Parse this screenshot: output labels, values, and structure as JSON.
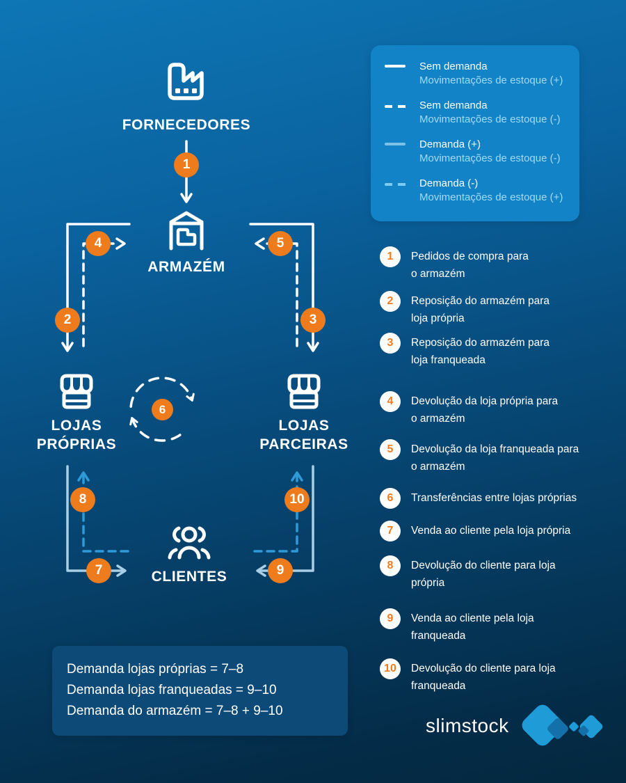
{
  "colors": {
    "background_top": "#0e76b5",
    "background_bottom": "#03283f",
    "legend_card": "#1183c6",
    "summary_card": "#0d4a78",
    "accent_orange": "#ef7c1c",
    "line_white": "#ffffff",
    "line_light_blue_solid": "#a9cfe6",
    "line_blue_dashed": "#2f9ad8"
  },
  "diagram": {
    "suppliers_label": "FORNECEDORES",
    "warehouse_label": "ARMAZÉM",
    "own_stores_label": "LOJAS\nPRÓPRIAS",
    "partner_stores_label": "LOJAS\nPARCEIRAS",
    "customers_label": "CLIENTES"
  },
  "legend": {
    "items": [
      {
        "style": "solid-white",
        "line1": "Sem demanda",
        "line2": "Movimentações de estoque (+)"
      },
      {
        "style": "dashed-white",
        "line1": "Sem demanda",
        "line2": "Movimentações de estoque (-)"
      },
      {
        "style": "solid-lightblue",
        "line1": "Demanda (+)",
        "line2": "Movimentações de estoque (-)"
      },
      {
        "style": "dashed-lightblue",
        "line1": "Demanda (-)",
        "line2": "Movimentações de estoque (+)"
      }
    ]
  },
  "flows": [
    {
      "number": "1",
      "label": "Pedidos de compra para\no armazém"
    },
    {
      "number": "2",
      "label": "Reposição do armazém para\nloja própria"
    },
    {
      "number": "3",
      "label": "Reposição do armazém para\nloja franqueada"
    },
    {
      "number": "4",
      "label": "Devolução da loja própria para\no armazém"
    },
    {
      "number": "5",
      "label": "Devolução da loja franqueada para\no armazém"
    },
    {
      "number": "6",
      "label": "Transferências entre lojas próprias"
    },
    {
      "number": "7",
      "label": "Venda ao cliente pela loja própria"
    },
    {
      "number": "8",
      "label": "Devolução do cliente para loja\nprópria"
    },
    {
      "number": "9",
      "label": "Venda ao cliente pela loja\nfranqueada"
    },
    {
      "number": "10",
      "label": "Devolução do cliente para loja\nfranqueada"
    }
  ],
  "summary": {
    "line1": "Demanda lojas próprias = 7–8",
    "line2": "Demanda lojas franqueadas = 9–10",
    "line3": "Demanda do armazém = 7–8 + 9–10"
  },
  "logo": {
    "text": "slimstock"
  }
}
